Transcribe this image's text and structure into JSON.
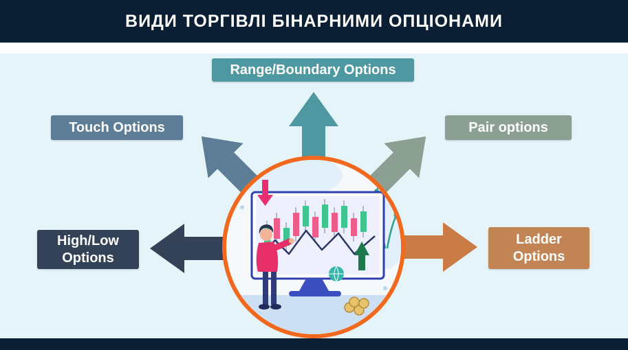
{
  "header": {
    "title": "ВИДИ ТОРГІВЛІ БІНАРНИМИ ОПЦІОНАМИ"
  },
  "labels": {
    "range_boundary": "Range/Boundary Options",
    "touch": "Touch Options",
    "pair": "Pair options",
    "high_low_line1": "High/Low",
    "high_low_line2": "Options",
    "ladder_line1": "Ladder",
    "ladder_line2": "Options"
  },
  "icons": {
    "arrow_up": "arrow-up-icon",
    "arrow_up_left": "arrow-up-left-icon",
    "arrow_up_right": "arrow-up-right-icon",
    "arrow_left": "arrow-left-icon",
    "arrow_right": "arrow-right-icon"
  },
  "colors": {
    "header_bg": "#0a1f33",
    "canvas_bg": "#e4f4f9",
    "bottom_bar_bg": "#0a1f33",
    "teal": "#4e99a1",
    "slate": "#5c7d95",
    "sage": "#8ba093",
    "navy": "#344258",
    "tan": "#c28455",
    "arrow_orange": "#cb7c46",
    "circle_border": "#f2691d"
  }
}
